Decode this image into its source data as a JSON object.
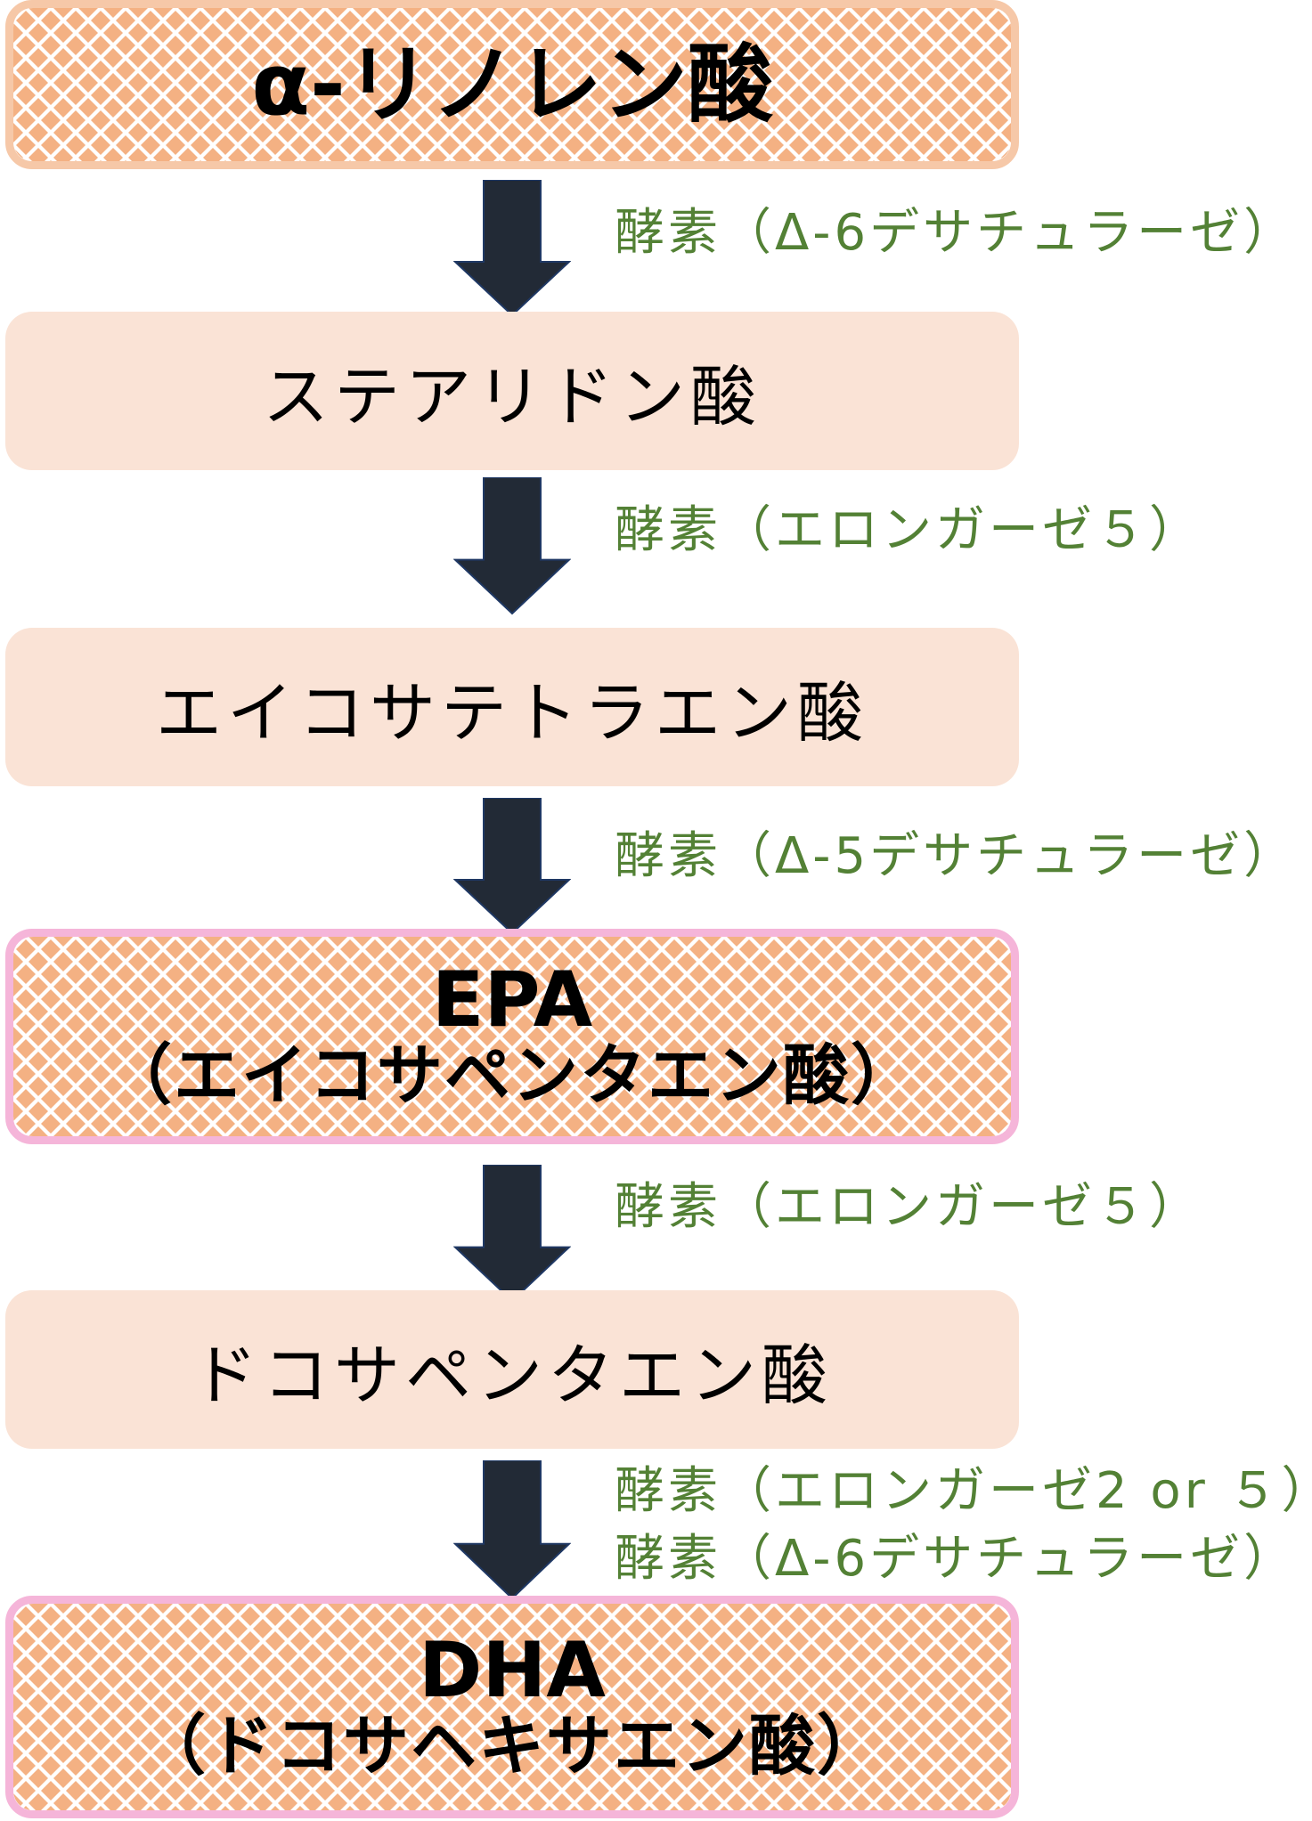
{
  "colors": {
    "arrow": "#222a36",
    "enzyme_text": "#538135",
    "plain_box_fill": "#fae3d6",
    "pattern_fill": "#f4b183",
    "border_orange": "#f6c8a8",
    "border_pink": "#f5b5d9"
  },
  "steps": [
    {
      "name": "α-リノレン酸",
      "highlight": true
    },
    {
      "name": "ステアリドン酸",
      "highlight": false
    },
    {
      "name": "エイコサテトラエン酸",
      "highlight": false
    },
    {
      "name": "EPA",
      "subname": "（エイコサペンタエン酸）",
      "highlight": true
    },
    {
      "name": "ドコサペンタエン酸",
      "highlight": false
    },
    {
      "name": "DHA",
      "subname": "（ドコサヘキサエン酸）",
      "highlight": true
    }
  ],
  "enzymes": [
    {
      "lines": [
        "酵素（Δ-6デサチュラーゼ）"
      ]
    },
    {
      "lines": [
        "酵素（エロンガーゼ５）"
      ]
    },
    {
      "lines": [
        "酵素（Δ-5デサチュラーゼ）"
      ]
    },
    {
      "lines": [
        "酵素（エロンガーゼ５）"
      ]
    },
    {
      "lines": [
        "酵素（エロンガーゼ2 or ５）",
        "酵素（Δ-6デサチュラーゼ）"
      ]
    }
  ]
}
